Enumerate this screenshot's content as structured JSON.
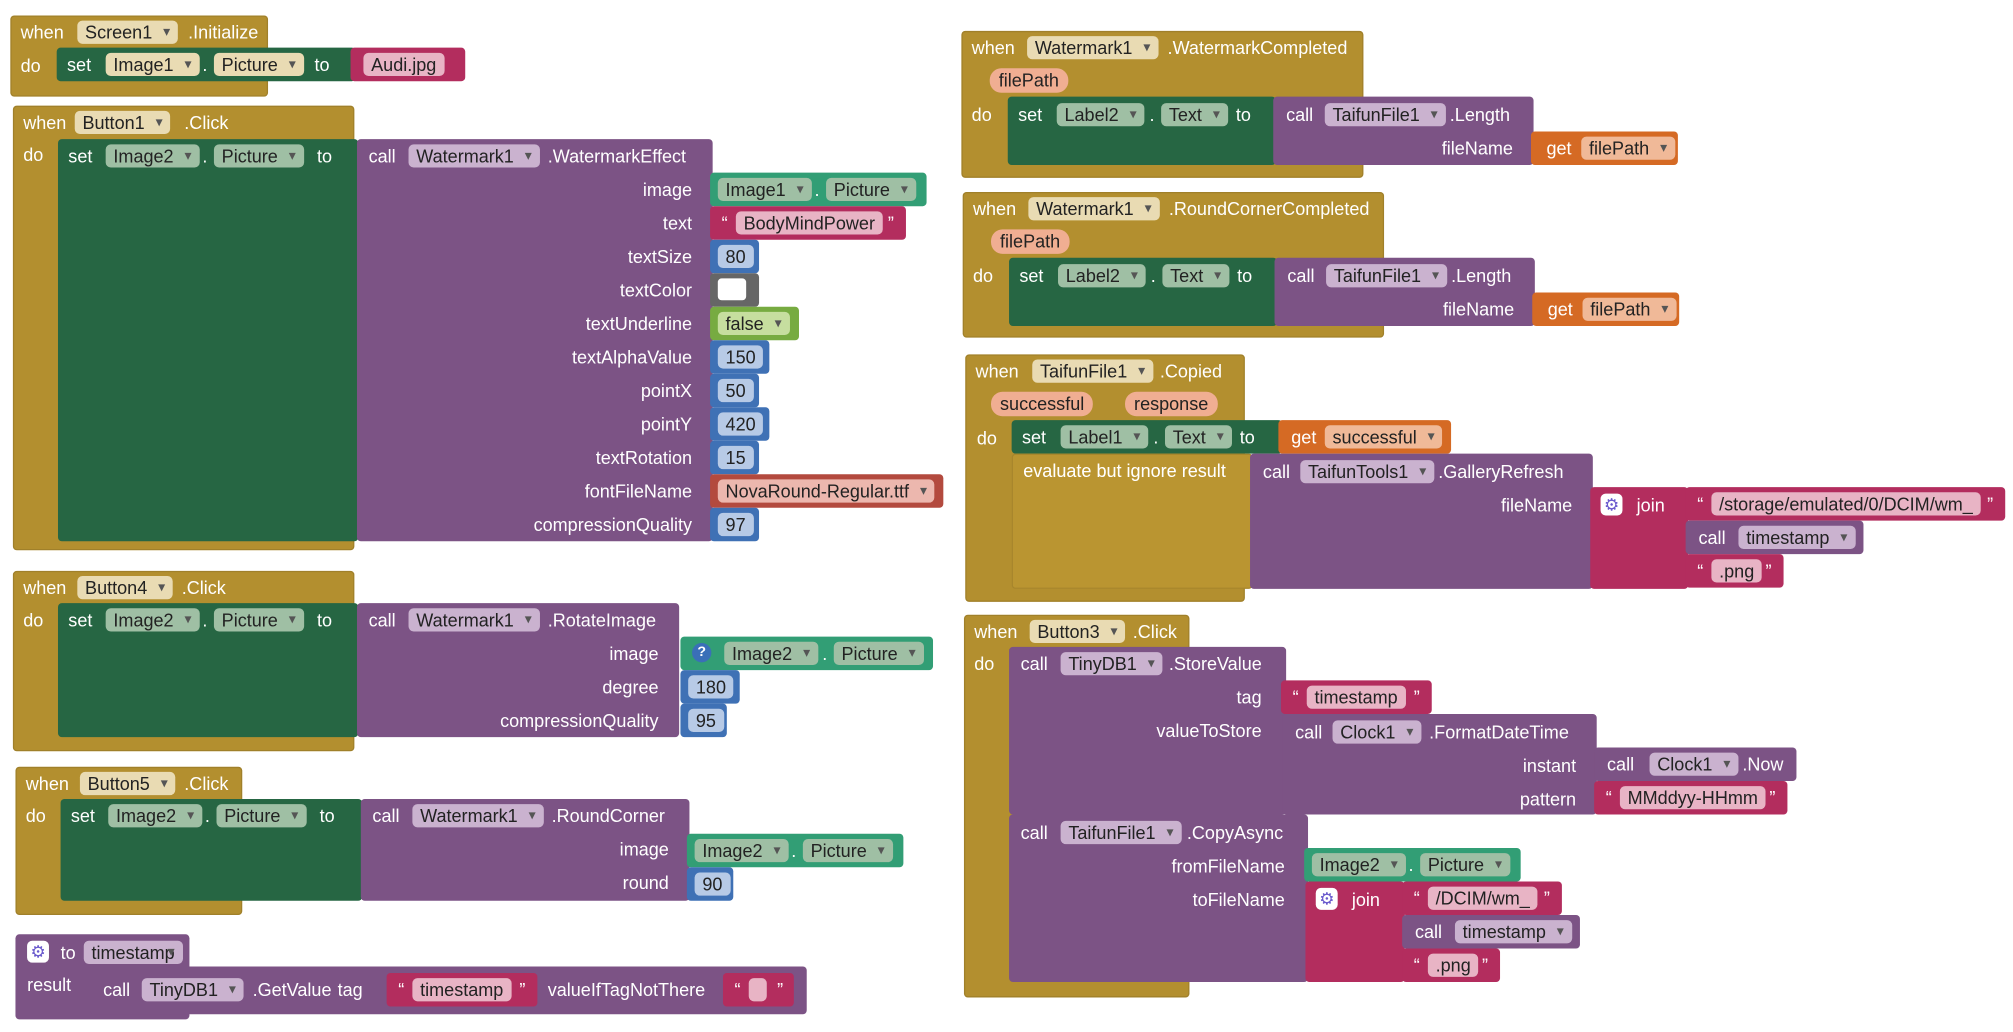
{
  "kw": {
    "when": "when",
    "do": "do",
    "set": "set",
    "to": "to",
    "call": "call",
    "get": "get",
    "result": "result",
    "join": "join",
    "evaluate": "evaluate but ignore result",
    "dot": "."
  },
  "b1": {
    "comp": "Screen1",
    "event": ".Initialize",
    "target": "Image1",
    "prop": "Picture",
    "value": "Audi.jpg"
  },
  "b2": {
    "comp": "Button1",
    "event": ".Click",
    "target": "Image2",
    "prop": "Picture",
    "wm": "Watermark1",
    "method": ".WatermarkEffect",
    "params": [
      "image",
      "text",
      "textSize",
      "textColor",
      "textUnderline",
      "textAlphaValue",
      "pointX",
      "pointY",
      "textRotation",
      "fontFileName",
      "compressionQuality"
    ],
    "img_comp": "Image1",
    "img_prop": "Picture",
    "text": "BodyMindPower",
    "textSize": "80",
    "underline": "false",
    "alpha": "150",
    "pointX": "50",
    "pointY": "420",
    "rotation": "15",
    "font": "NovaRound-Regular.ttf",
    "quality": "97"
  },
  "b3": {
    "comp": "Button4",
    "event": ".Click",
    "target": "Image2",
    "prop": "Picture",
    "wm": "Watermark1",
    "method": ".RotateImage",
    "params": [
      "image",
      "degree",
      "compressionQuality"
    ],
    "img_comp": "Image2",
    "img_prop": "Picture",
    "degree": "180",
    "quality": "95"
  },
  "b4": {
    "comp": "Button5",
    "event": ".Click",
    "target": "Image2",
    "prop": "Picture",
    "wm": "Watermark1",
    "method": ".RoundCorner",
    "params": [
      "image",
      "round"
    ],
    "img_comp": "Image2",
    "img_prop": "Picture",
    "round": "90"
  },
  "b5": {
    "proc": "timestamp",
    "db": "TinyDB1",
    "method": ".GetValue",
    "tag_label": "tag",
    "tag": "timestamp",
    "ifnot_label": "valueIfTagNotThere"
  },
  "b6": {
    "comp": "Watermark1",
    "event": ".WatermarkCompleted",
    "param": "filePath",
    "target": "Label2",
    "prop": "Text",
    "file": "TaifunFile1",
    "method": ".Length",
    "arg": "fileName",
    "var": "filePath"
  },
  "b7": {
    "comp": "Watermark1",
    "event": ".RoundCornerCompleted",
    "param": "filePath",
    "target": "Label2",
    "prop": "Text",
    "file": "TaifunFile1",
    "method": ".Length",
    "arg": "fileName",
    "var": "filePath"
  },
  "b8": {
    "comp": "TaifunFile1",
    "event": ".Copied",
    "param1": "successful",
    "param2": "response",
    "target": "Label1",
    "prop": "Text",
    "var": "successful",
    "tools": "TaifunTools1",
    "method": ".GalleryRefresh",
    "arg": "fileName",
    "path": "/storage/emulated/0/DCIM/wm_",
    "proc": "timestamp",
    "ext": ".png"
  },
  "b9": {
    "comp": "Button3",
    "event": ".Click",
    "db": "TinyDB1",
    "method": ".StoreValue",
    "tag_label": "tag",
    "tag": "timestamp",
    "vts_label": "valueToStore",
    "clock": "Clock1",
    "fmt": ".FormatDateTime",
    "instant_label": "instant",
    "now": ".Now",
    "pattern_label": "pattern",
    "pattern": "MMddyy-HHmm",
    "file": "TaifunFile1",
    "copy": ".CopyAsync",
    "from_label": "fromFileName",
    "to_label": "toFileName",
    "img_comp": "Image2",
    "img_prop": "Picture",
    "path": "/DCIM/wm_",
    "proc": "timestamp",
    "ext": ".png"
  }
}
